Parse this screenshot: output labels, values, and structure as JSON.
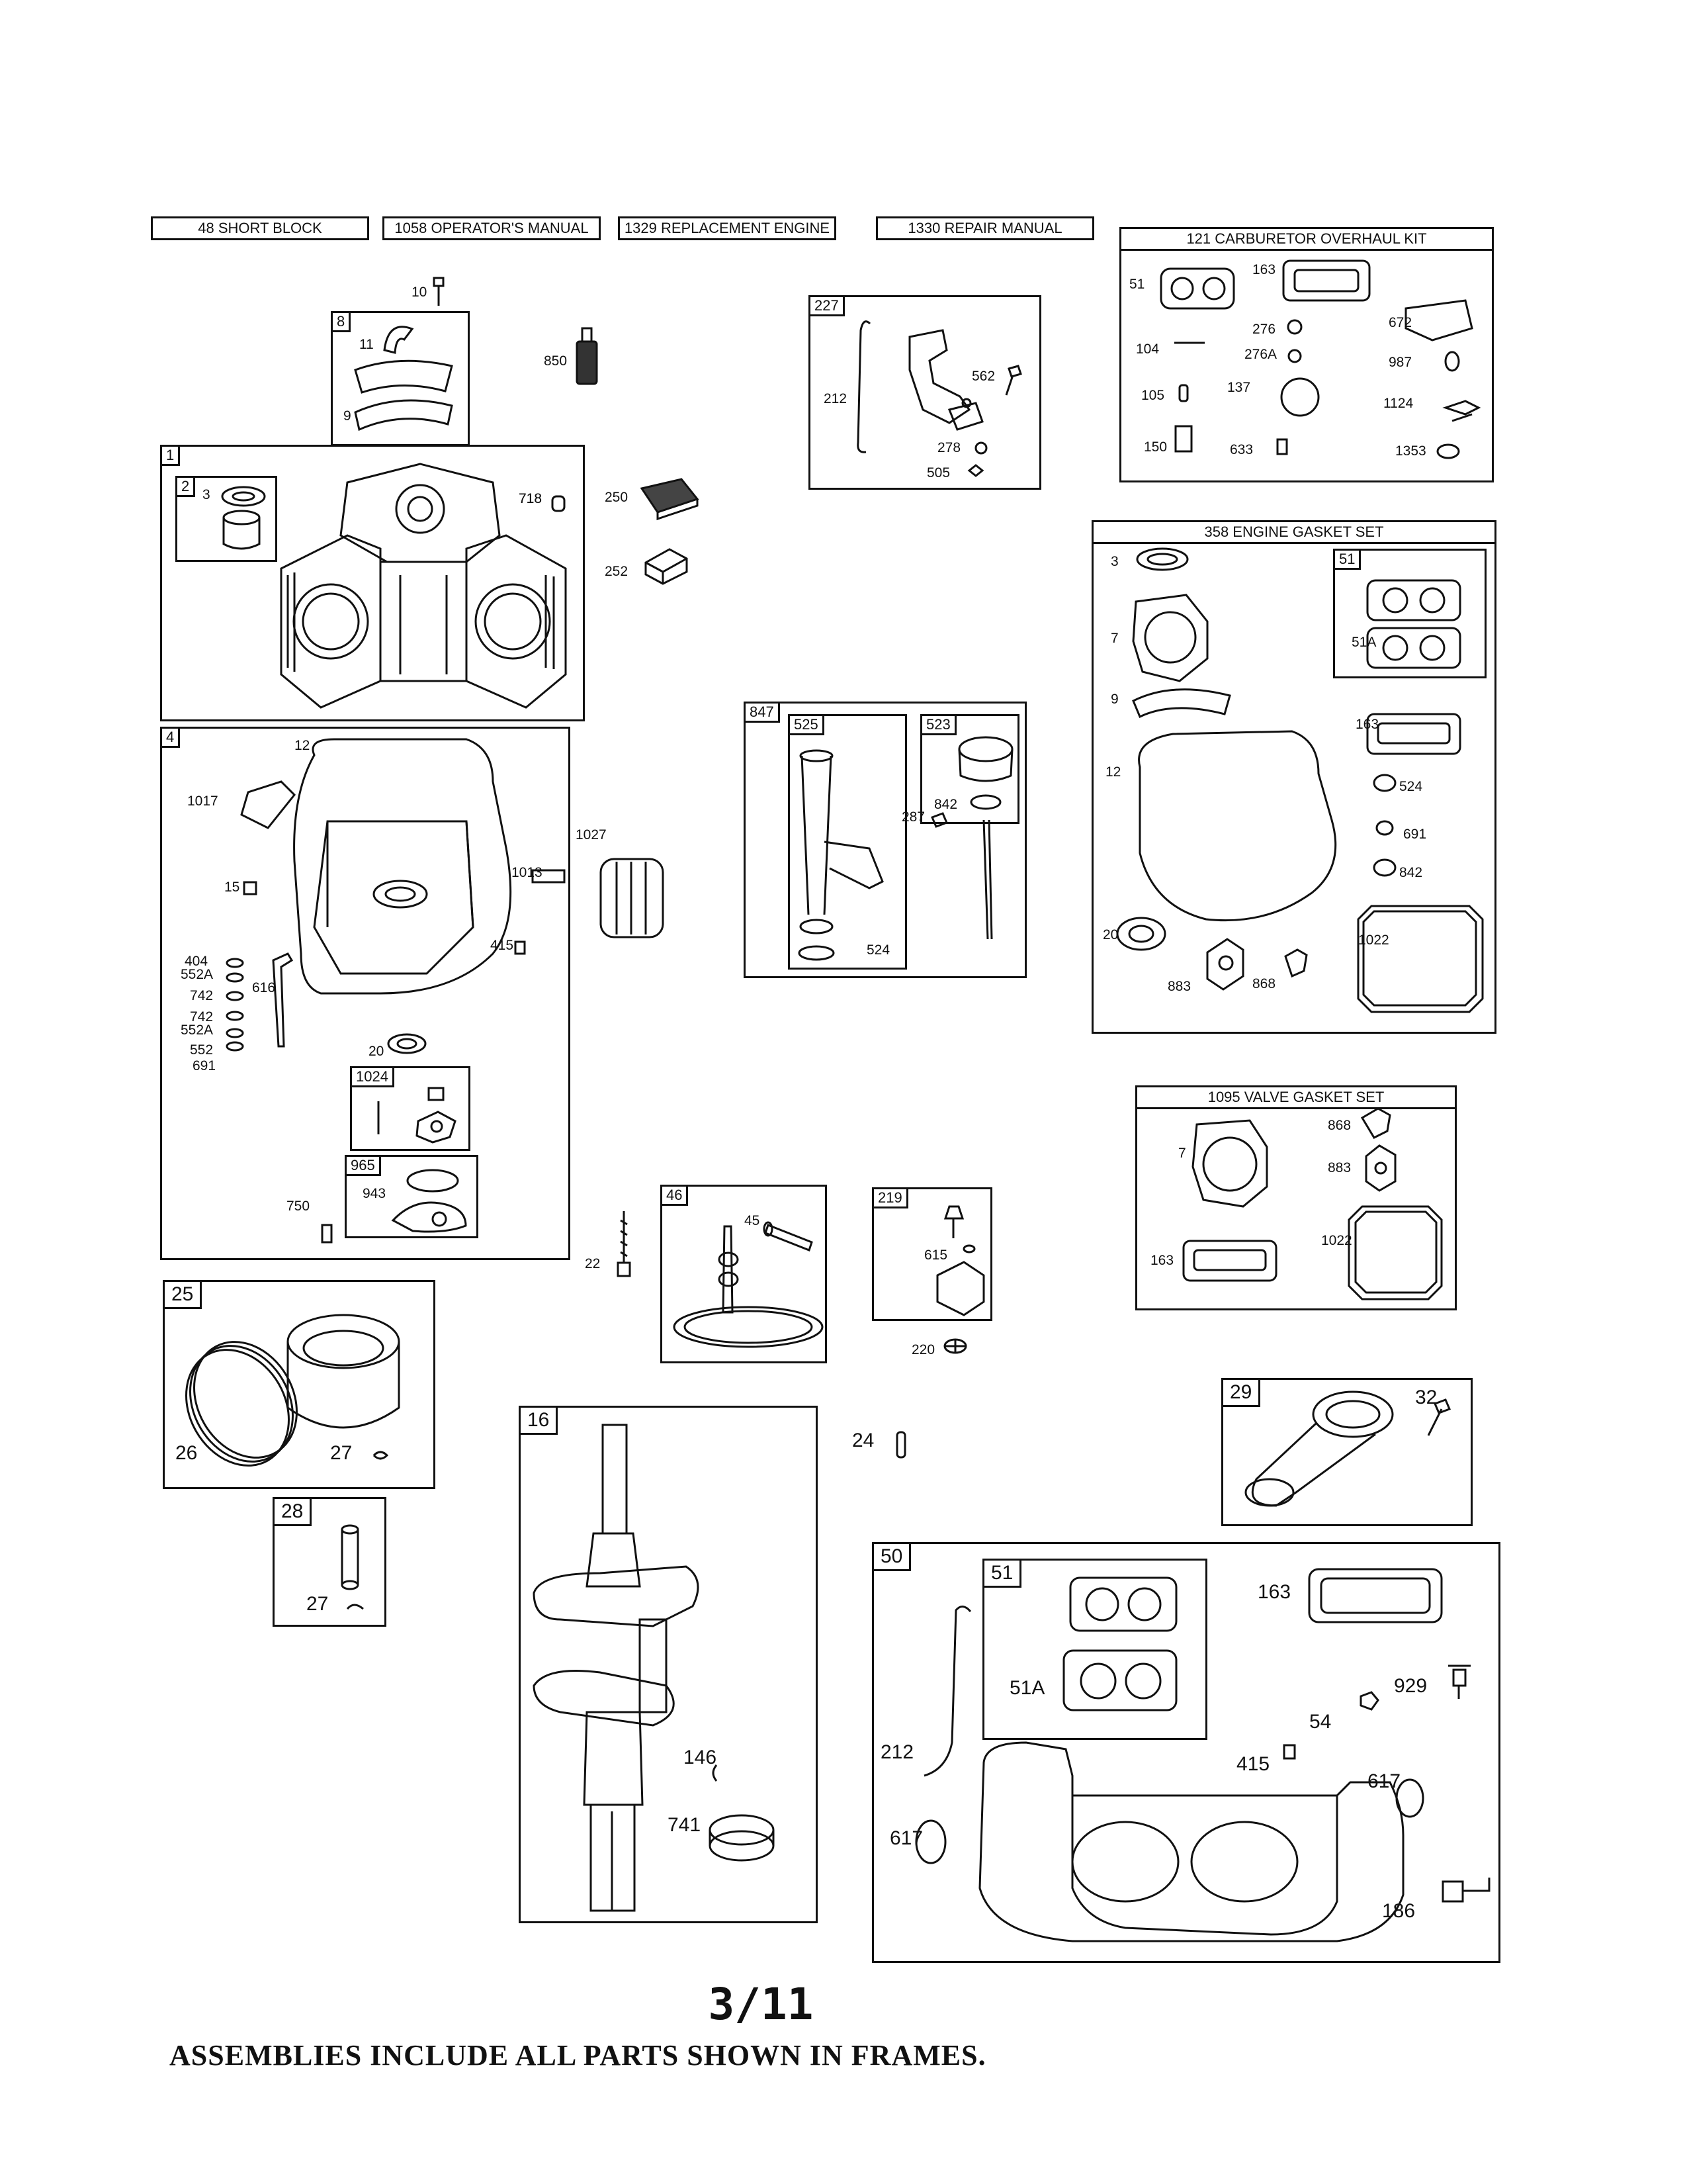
{
  "header_boxes": {
    "short_block": "48 SHORT BLOCK",
    "operators_manual": "1058 OPERATOR'S MANUAL",
    "replacement_engine": "1329 REPLACEMENT ENGINE",
    "repair_manual": "1330 REPAIR MANUAL"
  },
  "carb_kit": {
    "title": "121 CARBURETOR OVERHAUL KIT",
    "labels": [
      "51",
      "163",
      "104",
      "276",
      "276A",
      "672",
      "987",
      "105",
      "137",
      "1124",
      "150",
      "633",
      "1353"
    ]
  },
  "gasket_set": {
    "title": "358 ENGINE GASKET SET",
    "sub_tag": "51",
    "labels": [
      "3",
      "7",
      "51A",
      "9",
      "163",
      "12",
      "524",
      "691",
      "842",
      "20",
      "1022",
      "883",
      "868"
    ]
  },
  "valve_gasket_set": {
    "title": "1095 VALVE GASKET SET",
    "labels": [
      "7",
      "868",
      "883",
      "1022",
      "163"
    ]
  },
  "top_loose": [
    "10",
    "850",
    "250",
    "252",
    "718",
    "1027",
    "22",
    "24"
  ],
  "frame8": {
    "tag": "8",
    "labels": [
      "11",
      "9"
    ]
  },
  "frame1": {
    "tag": "1",
    "sub_tag": "2",
    "labels": [
      "3"
    ]
  },
  "frame227": {
    "tag": "227",
    "labels": [
      "212",
      "562",
      "278",
      "505"
    ]
  },
  "frame847": {
    "tag": "847",
    "sub_tag_a": "525",
    "sub_tag_b": "523",
    "labels": [
      "842",
      "287",
      "524"
    ]
  },
  "frame4": {
    "tag": "4",
    "labels": [
      "12",
      "1017",
      "15",
      "1013",
      "415",
      "404",
      "552A",
      "742",
      "616",
      "742",
      "552A",
      "552",
      "691",
      "20",
      "750"
    ],
    "sub_1024": "1024",
    "sub_965": "965",
    "sub_943": "943"
  },
  "frame46": {
    "tag": "46",
    "labels": [
      "45"
    ]
  },
  "frame219": {
    "tag": "219",
    "labels": [
      "615",
      "220"
    ]
  },
  "frame25": {
    "tag": "25",
    "labels": [
      "26",
      "27"
    ]
  },
  "frame28": {
    "tag": "28",
    "labels": [
      "27"
    ]
  },
  "frame16": {
    "tag": "16",
    "labels": [
      "146",
      "741"
    ]
  },
  "frame29": {
    "tag": "29",
    "labels": [
      "32"
    ]
  },
  "frame50": {
    "tag": "50",
    "sub_tag": "51",
    "labels": [
      "51A",
      "163",
      "929",
      "54",
      "415",
      "212",
      "617",
      "617",
      "186"
    ]
  },
  "footer": {
    "page": "3/11",
    "note": "ASSEMBLIES INCLUDE ALL PARTS SHOWN IN FRAMES."
  }
}
